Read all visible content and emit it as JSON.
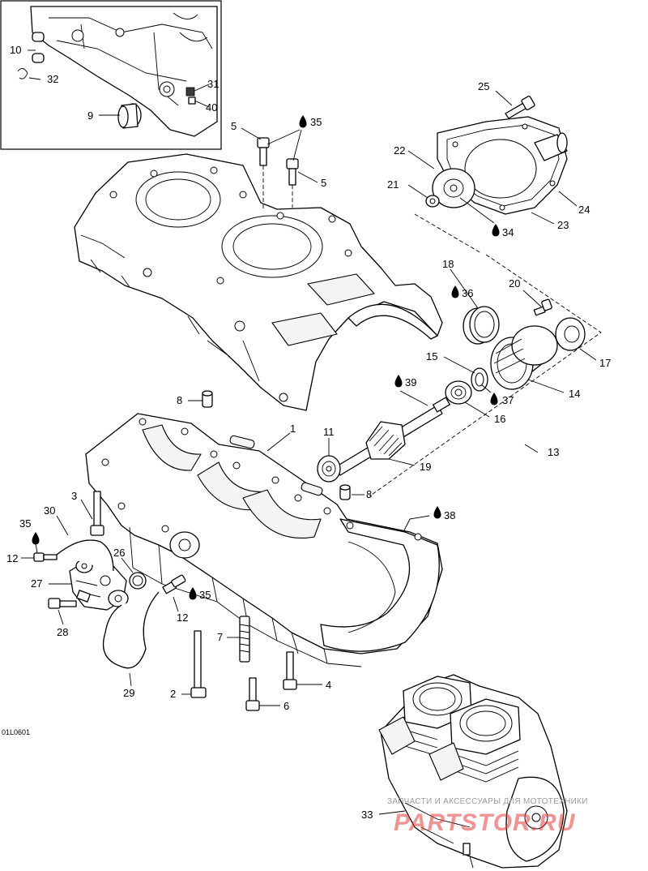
{
  "figure_code": "01L0601",
  "watermark": {
    "line1": "ЗАПЧАСТИ И АКСЕССУАРЫ ДЛЯ МОТОТЕХНИКИ",
    "logo": "PARTSTOR.RU"
  },
  "colors": {
    "line": "#000000",
    "watermark_red": "#e43a3a",
    "watermark_gray": "#9a9a9a"
  },
  "callouts": {
    "c1": "1",
    "c2": "2",
    "c3": "3",
    "c4": "4",
    "c5a": "5",
    "c5b": "5",
    "c6": "6",
    "c7": "7",
    "c8a": "8",
    "c8b": "8",
    "c9": "9",
    "c10": "10",
    "c11": "11",
    "c12a": "12",
    "c12b": "12",
    "c13": "13",
    "c14": "14",
    "c15": "15",
    "c16": "16",
    "c17": "17",
    "c18": "18",
    "c19": "19",
    "c20": "20",
    "c21": "21",
    "c22": "22",
    "c23": "23",
    "c24": "24",
    "c25": "25",
    "c26": "26",
    "c27": "27",
    "c28": "28",
    "c29": "29",
    "c30": "30",
    "c31": "31",
    "c32": "32",
    "c33": "33",
    "c34": "34",
    "c35a": "35",
    "c35b": "35",
    "c35c": "35",
    "c36": "36",
    "c37": "37",
    "c38": "38",
    "c39": "39",
    "c40": "40"
  },
  "icons": [
    "lubricant-drop-icon"
  ]
}
